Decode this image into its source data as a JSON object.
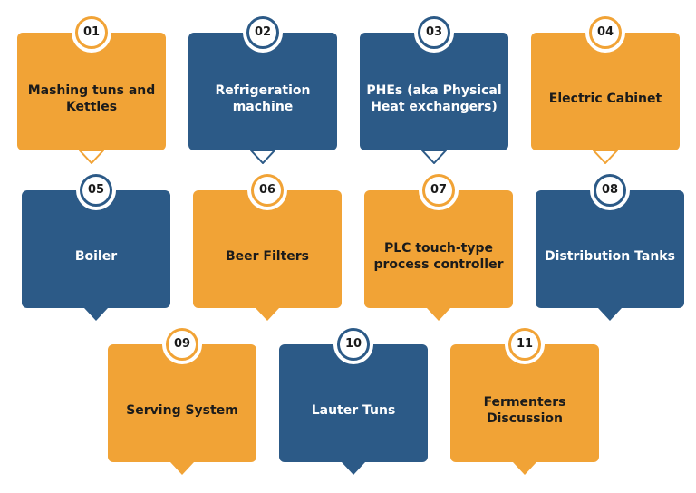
{
  "cards": [
    {
      "number": "01",
      "label": "Mashing tuns and Kettles"
    },
    {
      "number": "02",
      "label": "Refrigeration machine"
    },
    {
      "number": "03",
      "label": "PHEs (aka Physical Heat exchangers)"
    },
    {
      "number": "04",
      "label": "Electric Cabinet"
    },
    {
      "number": "05",
      "label": "Boiler"
    },
    {
      "number": "06",
      "label": "Beer Filters"
    },
    {
      "number": "07",
      "label": "PLC touch-type process controller"
    },
    {
      "number": "08",
      "label": "Distribution Tanks"
    },
    {
      "number": "09",
      "label": "Serving System"
    },
    {
      "number": "10",
      "label": "Lauter Tuns"
    },
    {
      "number": "11",
      "label": "Fermenters Discussion"
    }
  ],
  "colors": {
    "orange": "#F1A336",
    "blue": "#2C5A87"
  }
}
